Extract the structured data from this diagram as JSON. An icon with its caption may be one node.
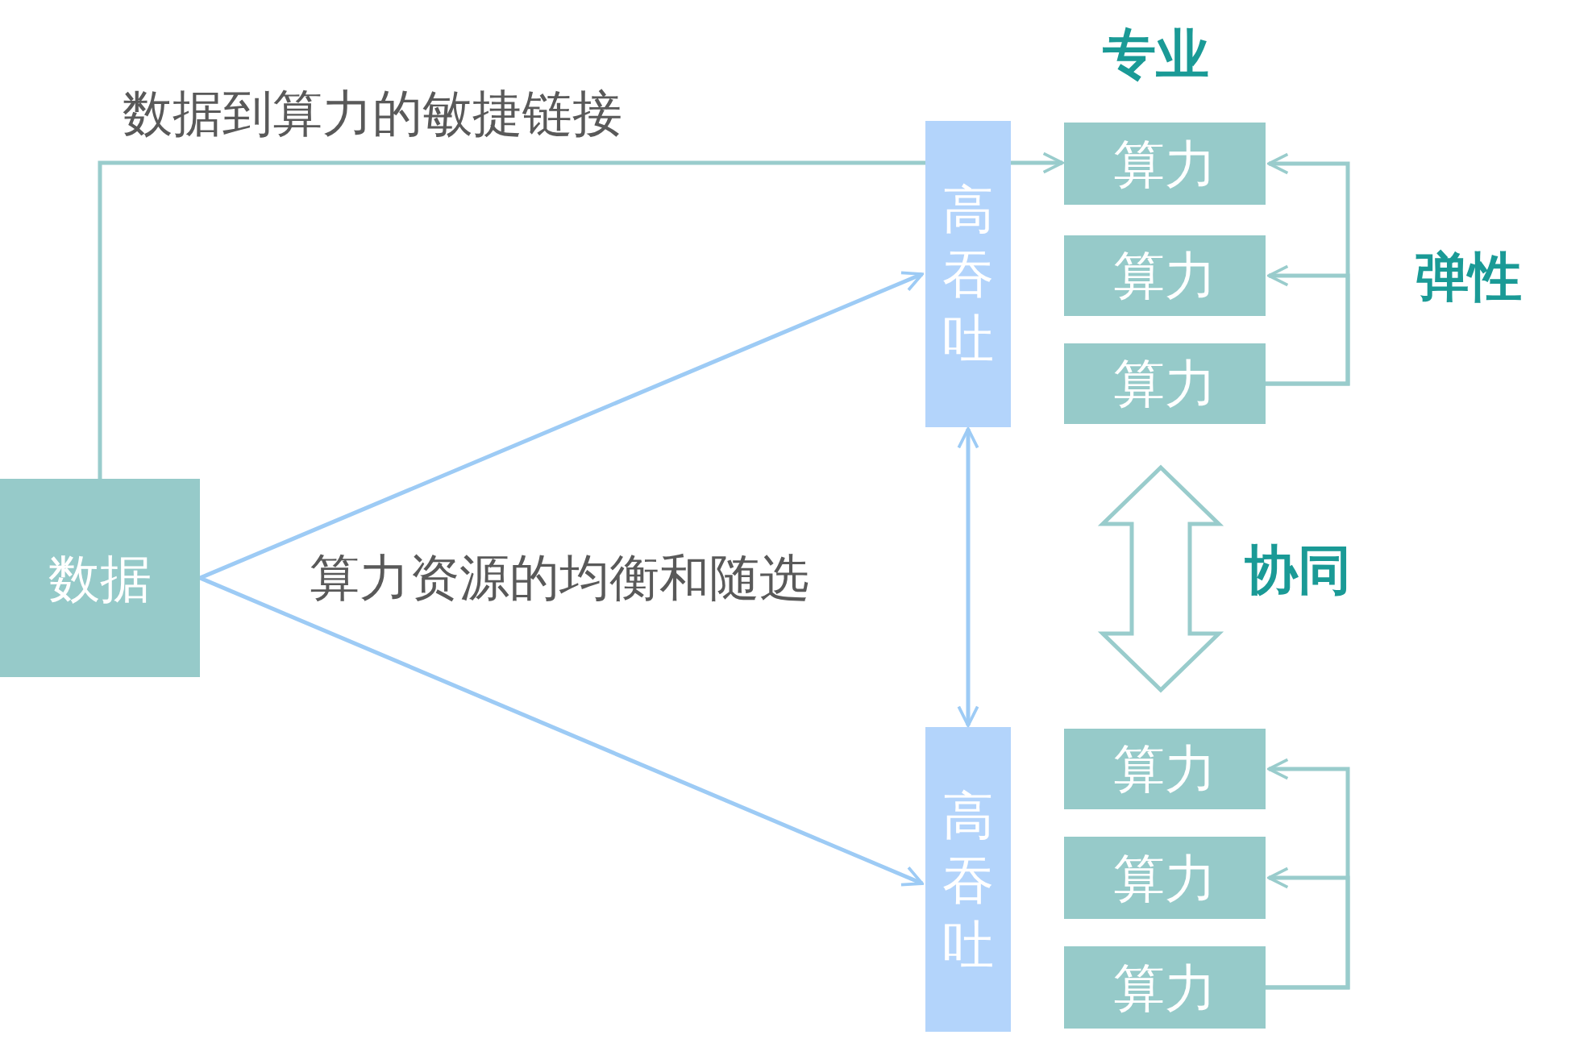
{
  "diagram": {
    "nodes": [
      {
        "text": [
          "数据"
        ]
      },
      {
        "text": [
          "高吞吐"
        ]
      },
      {
        "text": [
          "算力"
        ]
      },
      {
        "text": [
          "算力"
        ]
      },
      {
        "text": [
          "算力"
        ]
      },
      {
        "text": [
          "高吞吐"
        ]
      },
      {
        "text": [
          "算力"
        ]
      },
      {
        "text": [
          "算力"
        ]
      },
      {
        "text": [
          "算力"
        ]
      }
    ],
    "edges": [
      {
        "from": 0,
        "to": 1,
        "arrow": "none",
        "label": "数据到算力的敏捷链接"
      },
      {
        "from": 1,
        "to": 2,
        "arrow": "to"
      },
      {
        "from": 0,
        "to": 1,
        "arrow": "to",
        "color": "#9dcbf5"
      },
      {
        "from": 0,
        "to": 5,
        "arrow": "to",
        "color": "#9dcbf5"
      },
      {
        "from": 1,
        "to": 5,
        "arrow": "both",
        "color": "#9dcbf5"
      },
      {
        "from": 4,
        "to": 2,
        "arrow": "to"
      },
      {
        "from": 4,
        "to": 3,
        "arrow": "to"
      },
      {
        "from": 8,
        "to": 6,
        "arrow": "to"
      },
      {
        "from": 8,
        "to": 7,
        "arrow": "to"
      },
      {
        "from": 4,
        "to": 6,
        "arrow": "both",
        "style": "thick",
        "label": "协同"
      }
    ],
    "labels": [
      "专业",
      "弹性",
      "算力资源的均衡和随选"
    ]
  }
}
